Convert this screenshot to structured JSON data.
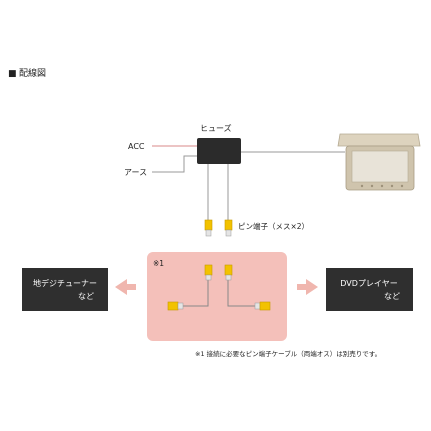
{
  "header": {
    "marker": "■",
    "title": "配線図"
  },
  "labels": {
    "fuse": "ヒューズ",
    "acc": "ACC",
    "ground": "アース",
    "pin_terminal": "ピン端子（メス×2）",
    "note_marker": "※1",
    "left_box_line1": "地デジチューナー",
    "left_box_line2": "など",
    "right_box_line1": "DVDプレイヤー",
    "right_box_line2": "など",
    "footnote": "※1 接続に必要なピン端子ケーブル（両端オス）は別売りです。"
  },
  "colors": {
    "header_marker": "#d98a8a",
    "acc_wire": "#d88a8a",
    "wire": "#9a9a9a",
    "fuse_box": "#2b2b2b",
    "pink_panel": "#f4c0ba",
    "dark_box": "#2f2f2f",
    "arrow": "#f0b6ae",
    "rca_yellow": "#f2c200",
    "monitor_beige": "#cfc4ad"
  }
}
